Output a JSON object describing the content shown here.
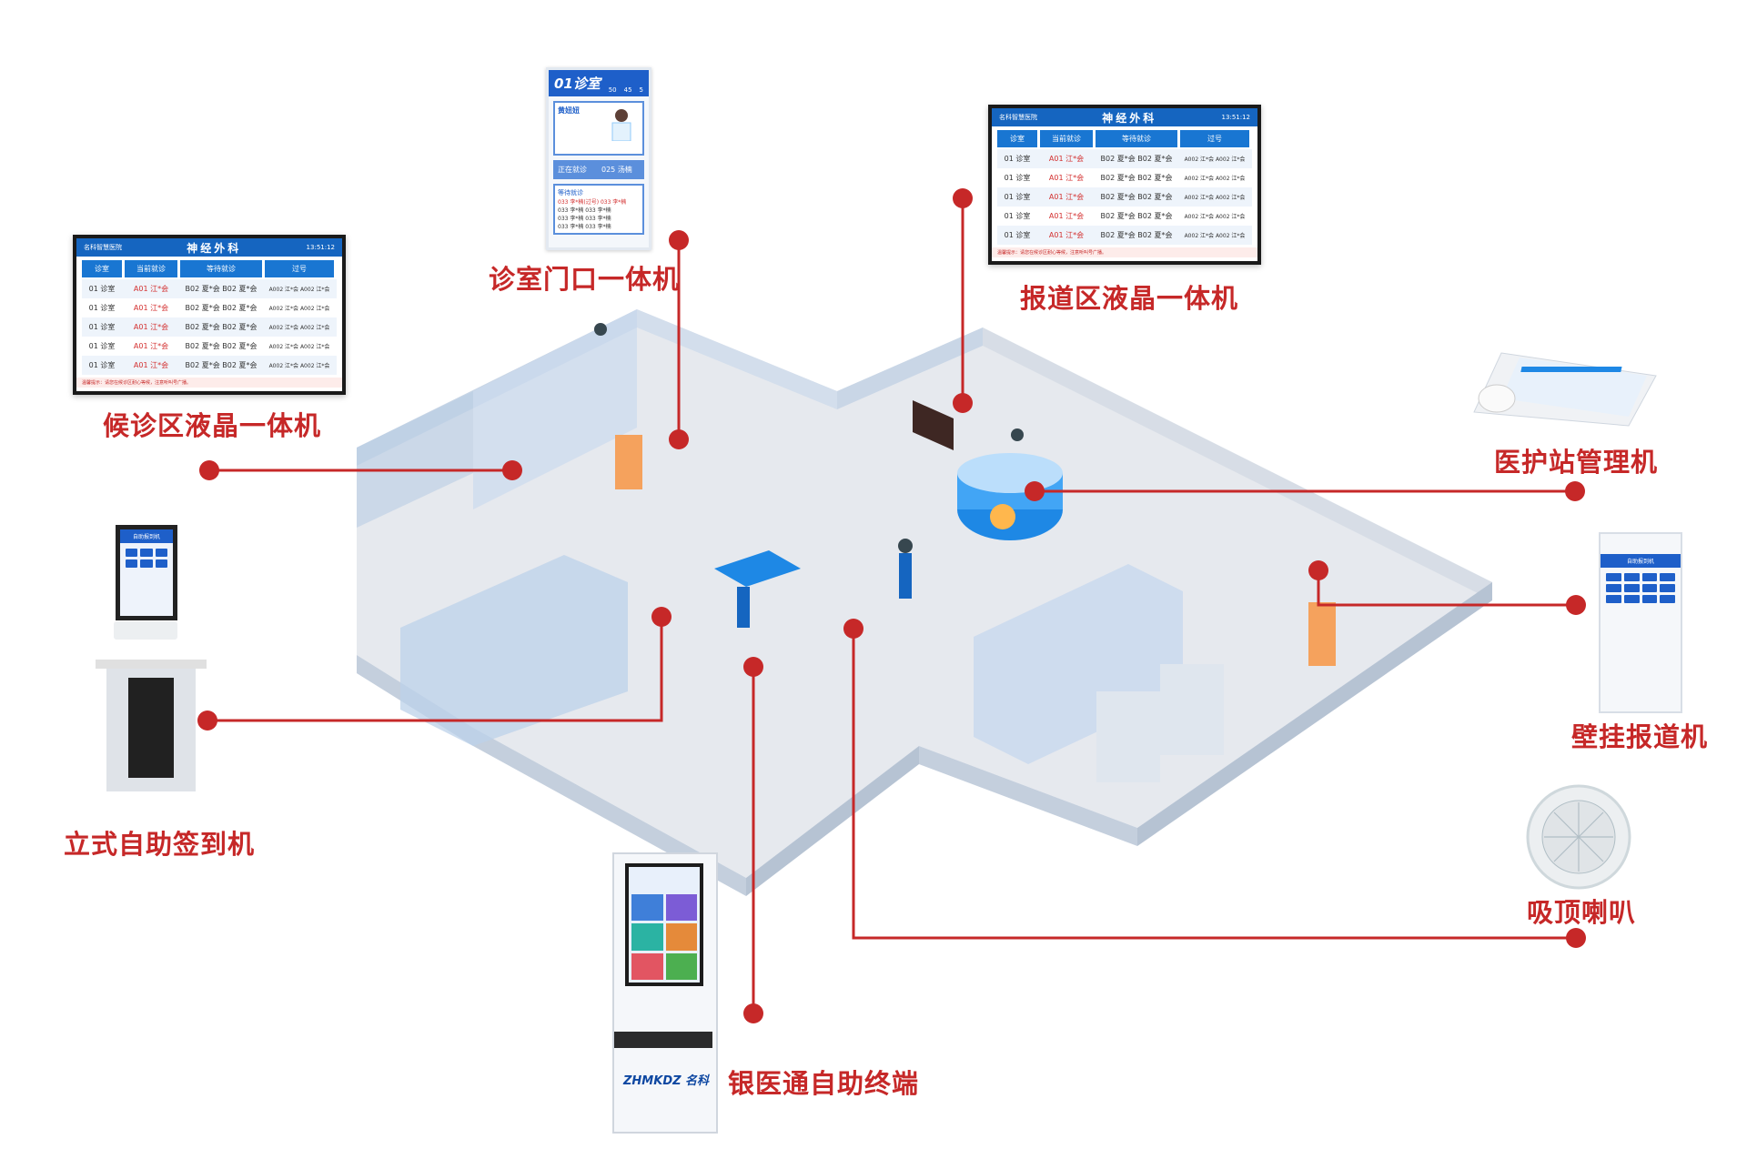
{
  "callouts": {
    "waiting_lcd": "候诊区液晶一体机",
    "door_unit": "诊室门口一体机",
    "report_lcd": "报道区液晶一体机",
    "nurse_station": "医护站管理机",
    "wall_checkin": "壁挂报道机",
    "ceiling_speaker": "吸顶喇叭",
    "standing_kiosk": "立式自助签到机",
    "bank_terminal": "银医通自助终端"
  },
  "queue_board": {
    "hospital": "名科智慧医院",
    "department": "神经外科",
    "clock": "13:51:12",
    "columns": [
      "诊室",
      "当前就诊",
      "等待就诊",
      "过号"
    ],
    "rows": [
      {
        "room": "01 诊室",
        "current": "A01 江*会",
        "waiting": "B02 夏*会  B02 夏*会",
        "passed": "A002 江*会  A002 江*会"
      },
      {
        "room": "01 诊室",
        "current": "A01 江*会",
        "waiting": "B02 夏*会  B02 夏*会",
        "passed": "A002 江*会  A002 江*会"
      },
      {
        "room": "01 诊室",
        "current": "A01 江*会",
        "waiting": "B02 夏*会  B02 夏*会",
        "passed": "A002 江*会  A002 江*会"
      },
      {
        "room": "01 诊室",
        "current": "A01 江*会",
        "waiting": "B02 夏*会  B02 夏*会",
        "passed": "A002 江*会  A002 江*会"
      },
      {
        "room": "01 诊室",
        "current": "A01 江*会",
        "waiting": "B02 夏*会  B02 夏*会",
        "passed": "A002 江*会  A002 江*会"
      }
    ],
    "footer": "温馨提示：请您在候诊区耐心等候，注意听叫号广播。"
  },
  "door_panel": {
    "room": "01诊室",
    "stat1": "50",
    "stat2": "45",
    "stat3": "5",
    "doctor": "黄妞妞",
    "now_label": "正在就诊",
    "now_value": "025 汤楠",
    "wait_label": "等待就诊",
    "wait_rows": [
      "033 李*楠(过号)   033 李*楠",
      "033 李*楠          033 李*楠",
      "033 李*楠          033 李*楠",
      "033 李*楠          033 李*楠"
    ]
  },
  "kiosk": {
    "title": "自助报到机"
  },
  "bank_brand": "ZHMKDZ 名科",
  "colors": {
    "accent_red": "#c62828",
    "brand_blue": "#1e5fc9"
  }
}
